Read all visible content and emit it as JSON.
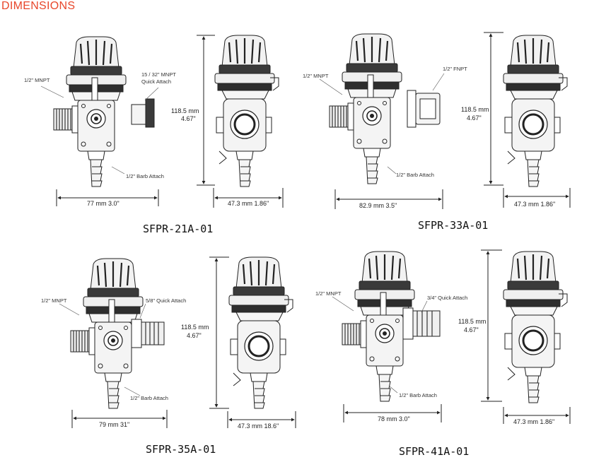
{
  "title": "DIMENSIONS",
  "colors": {
    "title": "#e8472b",
    "line": "#222222",
    "body_fill": "#f4f4f4",
    "dark_fill": "#3a3a3a"
  },
  "icons": [
    "valve-front-view",
    "valve-side-view",
    "hose-barb",
    "threaded-inlet",
    "control-knob"
  ],
  "panels": [
    {
      "model": "SFPR-21A-01",
      "inlet_label": "1/2\" MNPT",
      "outlet_label_line1": "15 / 32\" MNPT",
      "outlet_label_line2": "Quick Attach",
      "barb_label": "1/2\" Barb Attach",
      "width_dim": "77 mm  3.0\"",
      "height_dim_line1": "118.5 mm",
      "height_dim_line2": "4.67\"",
      "depth_dim": "47.3 mm  1.86\""
    },
    {
      "model": "SFPR-33A-01",
      "inlet_label": "1/2\" MNPT",
      "outlet_label_line1": "1/2\" FNPT",
      "outlet_label_line2": "",
      "barb_label": "1/2\" Barb Attach",
      "width_dim": "82.9 mm   3.5\"",
      "height_dim_line1": "118.5 mm",
      "height_dim_line2": "4.67\"",
      "depth_dim": "47.3 mm   1.86\""
    },
    {
      "model": "SFPR-35A-01",
      "inlet_label": "1/2\" MNPT",
      "outlet_label_line1": "5/8\" Quick Attach",
      "outlet_label_line2": "",
      "barb_label": "1/2\" Barb Attach",
      "width_dim": "79 mm  31\"",
      "height_dim_line1": "118.5 mm",
      "height_dim_line2": "4.67\"",
      "depth_dim": "47.3 mm  18.6\""
    },
    {
      "model": "SFPR-41A-01",
      "inlet_label": "1/2\" MNPT",
      "outlet_label_line1": "3/4\" Quick Attach",
      "outlet_label_line2": "",
      "barb_label": "1/2\" Barb Attach",
      "width_dim": "78 mm 3.0\"",
      "height_dim_line1": "118.5 mm",
      "height_dim_line2": "4.67\"",
      "depth_dim": "47.3 mm 1.86\""
    }
  ]
}
